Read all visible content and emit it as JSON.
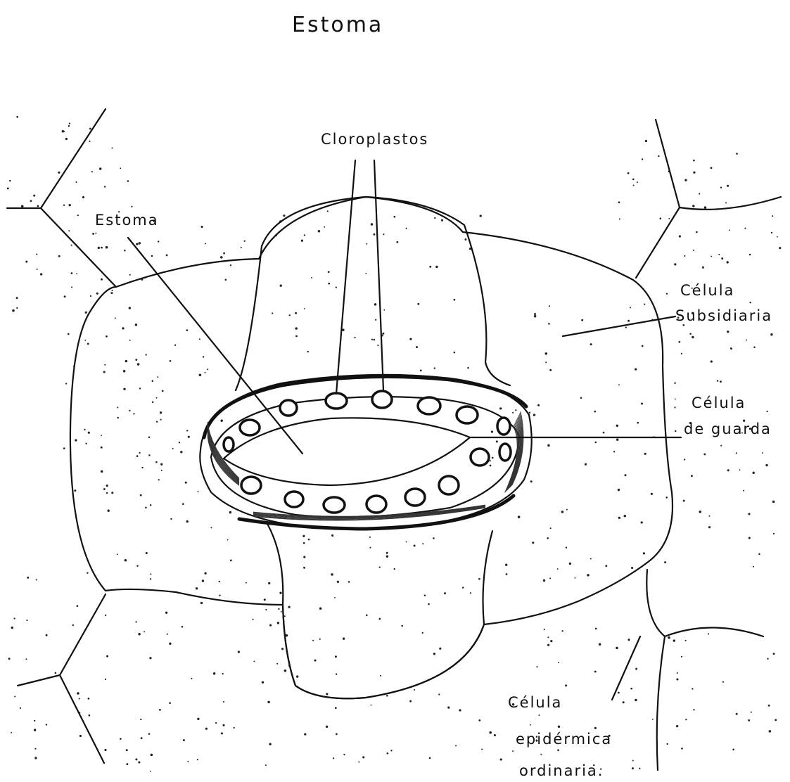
{
  "title": "Estoma",
  "labels": {
    "estoma": "Estoma",
    "cloroplastos": "Cloroplastos",
    "celula_subsidiaria": [
      "Célula",
      "Subsidiaria"
    ],
    "celula_de_guarda": [
      "Célula",
      "de guarda"
    ],
    "celula_epidermica_ordinaria": [
      "Célula",
      "epidérmica",
      "ordinaria."
    ]
  },
  "colors": {
    "ink": "#111111",
    "paper": "#ffffff"
  }
}
